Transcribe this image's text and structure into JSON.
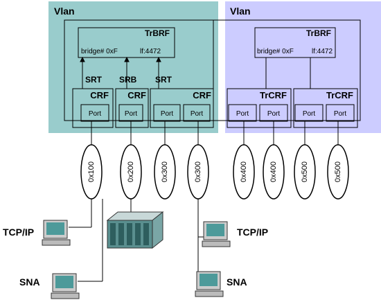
{
  "vlans": [
    {
      "title": "Vlan",
      "fill": "#99cccc"
    },
    {
      "title": "Vlan",
      "fill": "#ccccff"
    }
  ],
  "bridges": [
    {
      "title": "TrBRF",
      "bridge": "bridge# 0xF",
      "interface": "lf:4472"
    },
    {
      "title": "TrBRF",
      "bridge": "bridge# 0xF",
      "interface": "lf:4472"
    }
  ],
  "crfs": [
    {
      "title": "CRF",
      "ports": [
        "Port"
      ]
    },
    {
      "title": "CRF",
      "ports": [
        "Port"
      ]
    },
    {
      "title": "CRF",
      "ports": [
        "Port",
        "Port"
      ]
    },
    {
      "title": "TrCRF",
      "ports": [
        "Port",
        "Port"
      ]
    },
    {
      "title": "TrCRF",
      "ports": [
        "Port",
        "Port"
      ]
    }
  ],
  "links": [
    "SRT",
    "SRB",
    "SRT"
  ],
  "rings": [
    "0x100",
    "0x200",
    "0x300",
    "0x300",
    "0x400",
    "0x400",
    "0x500",
    "0x500"
  ],
  "hosts": [
    {
      "label": "TCP/IP"
    },
    {
      "label": "SNA"
    },
    {
      "label": "TCP/IP"
    },
    {
      "label": "SNA"
    }
  ],
  "colors": {
    "left_vlan": "#99cccc",
    "right_vlan": "#ccccff",
    "line": "#000000",
    "computer": "#4d9a9a",
    "mainframe": "#5a8f8f"
  }
}
